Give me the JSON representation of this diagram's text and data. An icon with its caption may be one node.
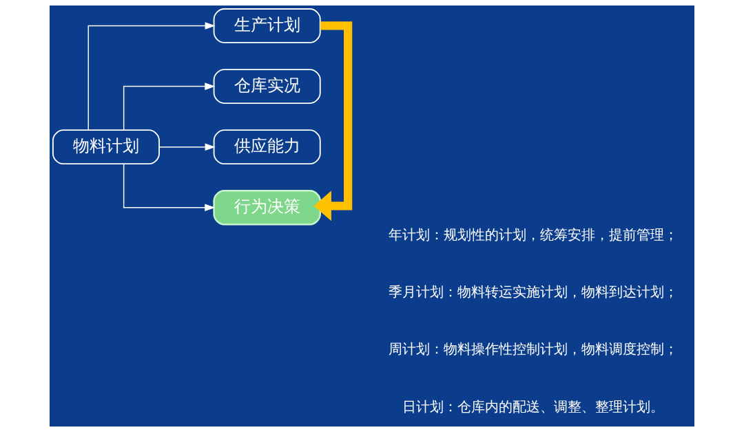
{
  "diagram": {
    "nodes": [
      {
        "text": [
          "物料计划"
        ]
      },
      {
        "text": [
          "生产计划"
        ]
      },
      {
        "text": [
          "仓库实况"
        ]
      },
      {
        "text": [
          "供应能力"
        ]
      },
      {
        "text": [
          "行为决策"
        ]
      }
    ],
    "edges": [
      {
        "from": 0,
        "to": 1,
        "arrow": "to"
      },
      {
        "from": 0,
        "to": 2,
        "arrow": "to"
      },
      {
        "from": 0,
        "to": 3,
        "arrow": "to"
      },
      {
        "from": 0,
        "to": 4,
        "arrow": "to"
      },
      {
        "from": 1,
        "to": 4,
        "arrow": "to",
        "style": "thick",
        "color": "#ffc000"
      }
    ],
    "labels": [
      "年计划：规划性的计划，统筹安排，提前管理；",
      "季月计划：物料转运实施计划，物料到达计划；",
      "周计划：物料操作性控制计划，物料调度控制；",
      "日计划：仓库内的配送、调整、整理计划。"
    ]
  }
}
